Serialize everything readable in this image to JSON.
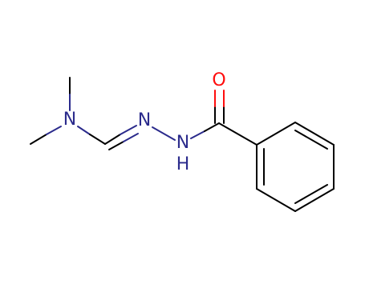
{
  "molecule": {
    "atoms": {
      "n_dimethyl": "N",
      "n_imine": "N",
      "n_amide": "N",
      "h_amide": "H",
      "o_carbonyl": "O"
    },
    "colors": {
      "bond": "#000000",
      "nitrogen": "#2b2b8c",
      "oxygen": "#ff0d0d"
    }
  }
}
